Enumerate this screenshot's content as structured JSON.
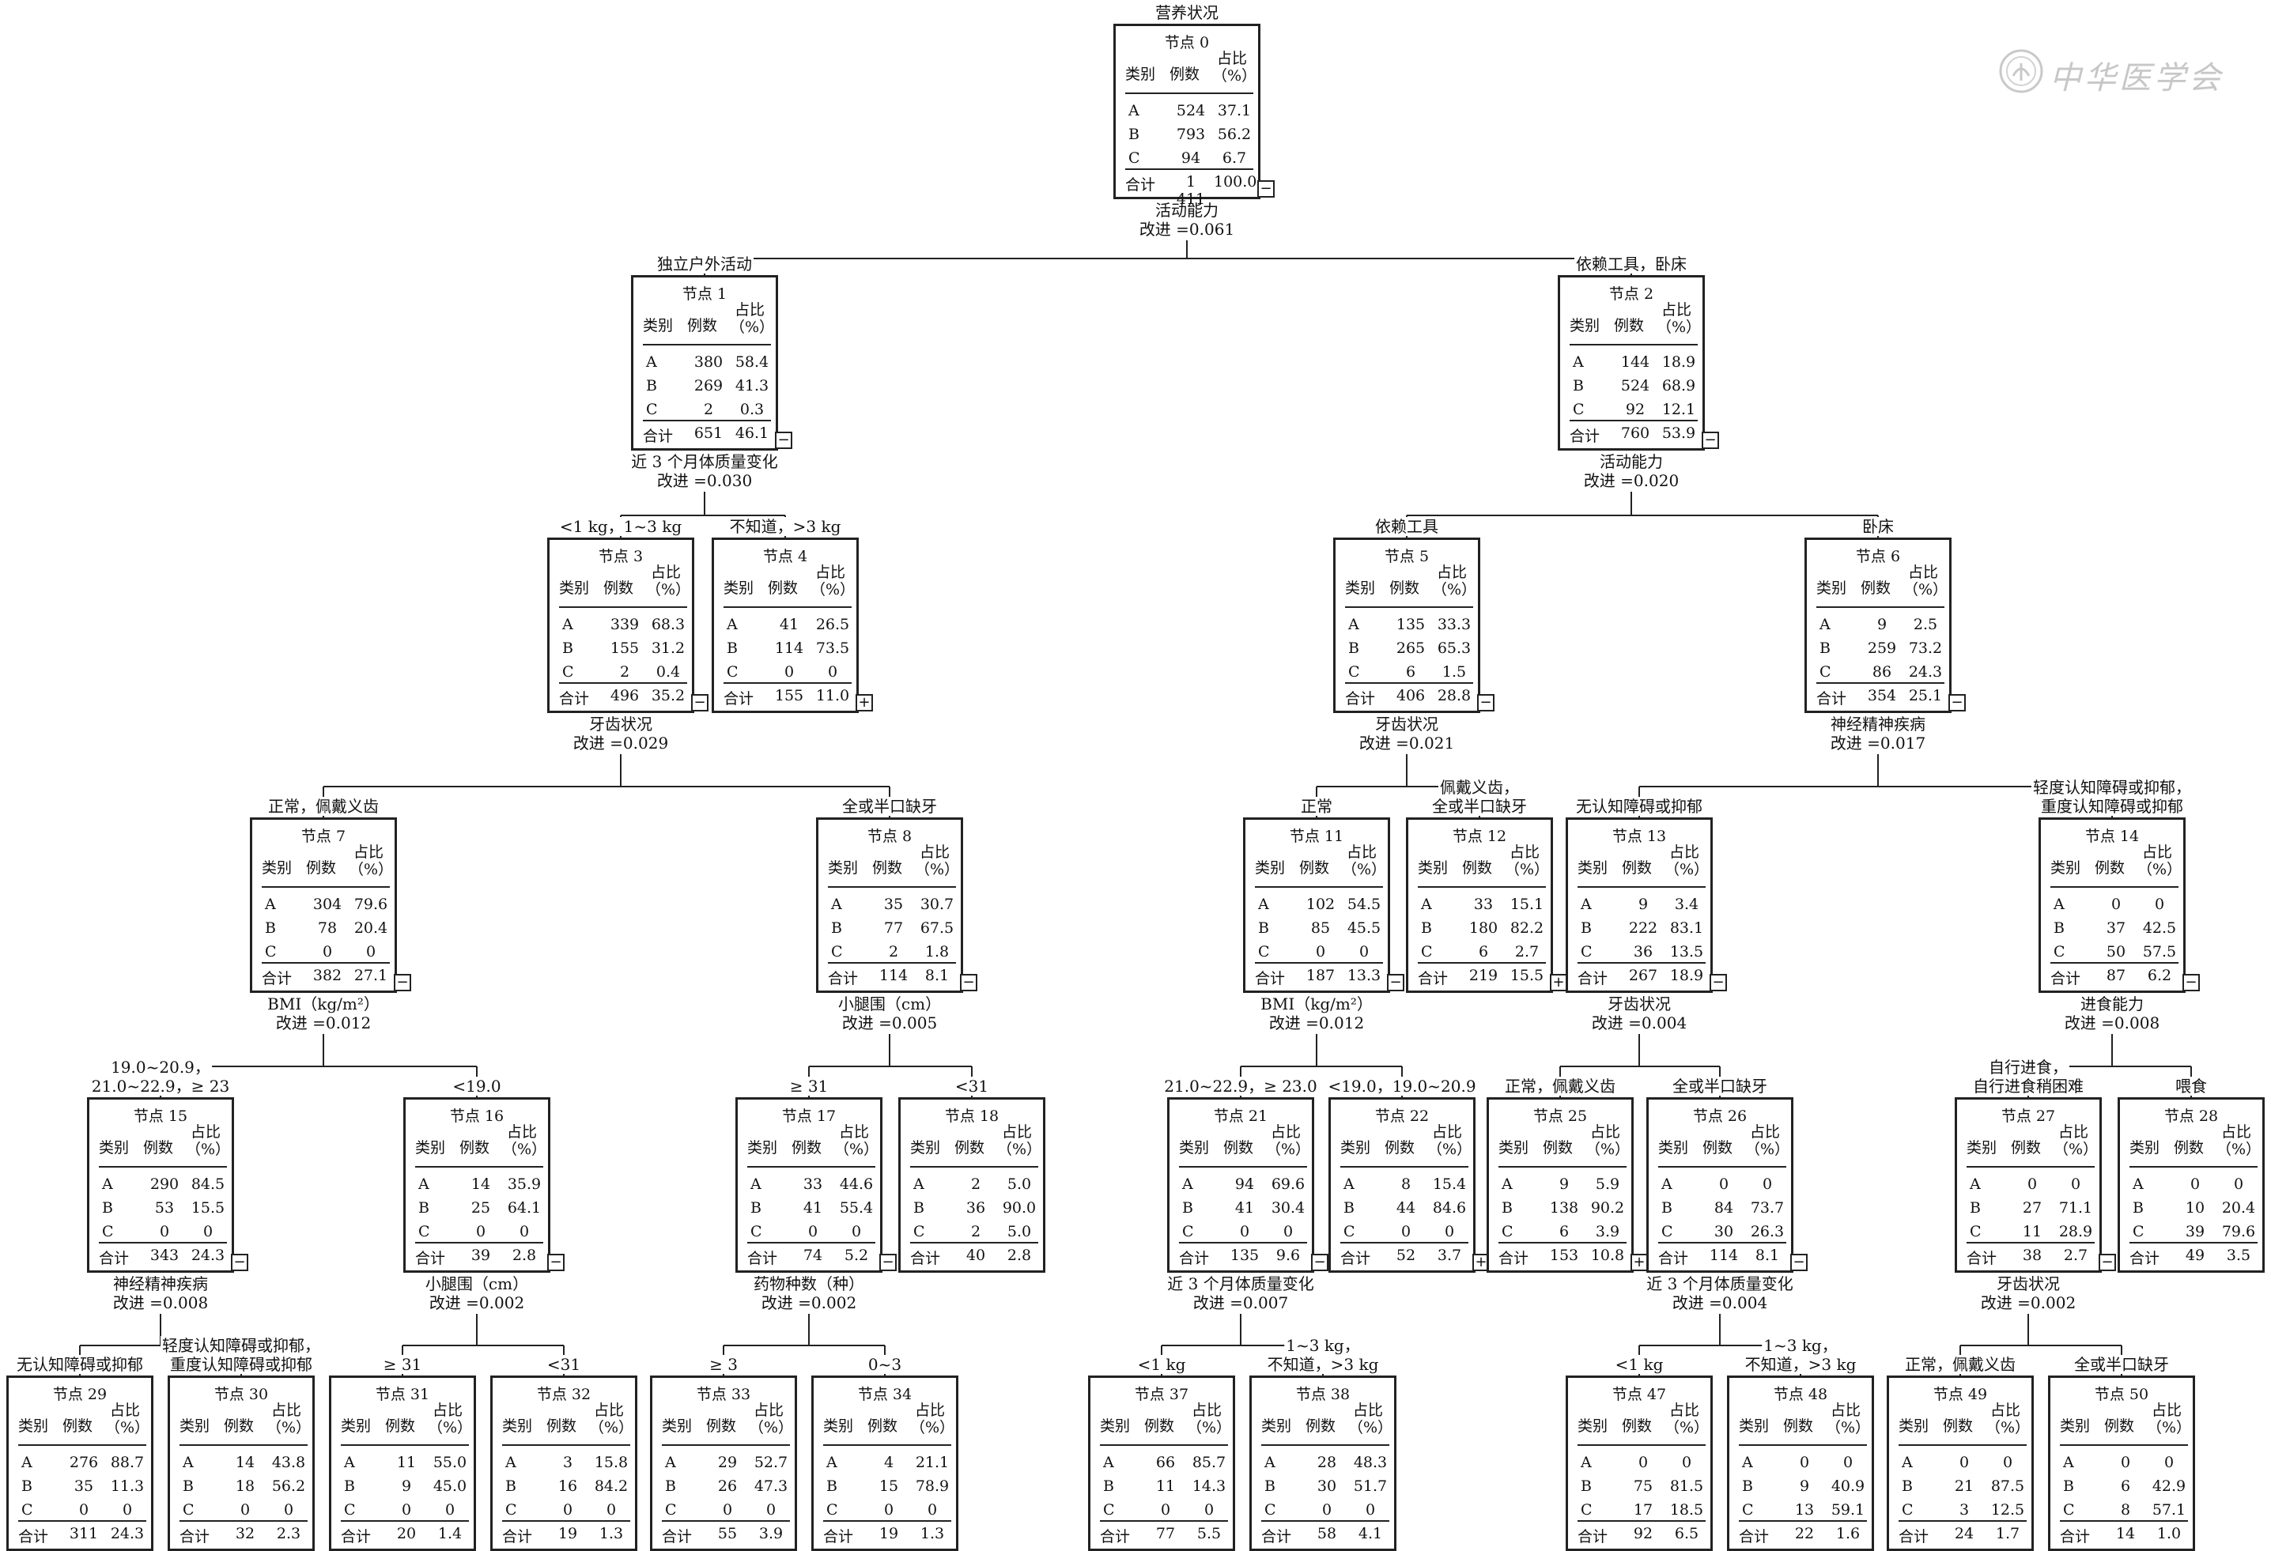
{
  "title": "营养状况",
  "watermark": "中华医学会",
  "headers": {
    "category": "类别",
    "count": "例数",
    "pct_top": "占比",
    "pct_bottom": "（%）",
    "total": "合计"
  },
  "nodes": [
    {
      "id": 0,
      "label": "节点 0",
      "rows": [
        [
          "A",
          "524",
          "37.1"
        ],
        [
          "B",
          "793",
          "56.2"
        ],
        [
          "C",
          "94",
          "6.7"
        ]
      ],
      "total": [
        "1 411",
        "100.0"
      ],
      "toggle": "−"
    },
    {
      "id": 1,
      "label": "节点 1",
      "rows": [
        [
          "A",
          "380",
          "58.4"
        ],
        [
          "B",
          "269",
          "41.3"
        ],
        [
          "C",
          "2",
          "0.3"
        ]
      ],
      "total": [
        "651",
        "46.1"
      ],
      "toggle": "−"
    },
    {
      "id": 2,
      "label": "节点 2",
      "rows": [
        [
          "A",
          "144",
          "18.9"
        ],
        [
          "B",
          "524",
          "68.9"
        ],
        [
          "C",
          "92",
          "12.1"
        ]
      ],
      "total": [
        "760",
        "53.9"
      ],
      "toggle": "−"
    },
    {
      "id": 3,
      "label": "节点 3",
      "rows": [
        [
          "A",
          "339",
          "68.3"
        ],
        [
          "B",
          "155",
          "31.2"
        ],
        [
          "C",
          "2",
          "0.4"
        ]
      ],
      "total": [
        "496",
        "35.2"
      ],
      "toggle": "−"
    },
    {
      "id": 4,
      "label": "节点 4",
      "rows": [
        [
          "A",
          "41",
          "26.5"
        ],
        [
          "B",
          "114",
          "73.5"
        ],
        [
          "C",
          "0",
          "0"
        ]
      ],
      "total": [
        "155",
        "11.0"
      ],
      "toggle": "+"
    },
    {
      "id": 5,
      "label": "节点 5",
      "rows": [
        [
          "A",
          "135",
          "33.3"
        ],
        [
          "B",
          "265",
          "65.3"
        ],
        [
          "C",
          "6",
          "1.5"
        ]
      ],
      "total": [
        "406",
        "28.8"
      ],
      "toggle": "−"
    },
    {
      "id": 6,
      "label": "节点 6",
      "rows": [
        [
          "A",
          "9",
          "2.5"
        ],
        [
          "B",
          "259",
          "73.2"
        ],
        [
          "C",
          "86",
          "24.3"
        ]
      ],
      "total": [
        "354",
        "25.1"
      ],
      "toggle": "−"
    },
    {
      "id": 7,
      "label": "节点 7",
      "rows": [
        [
          "A",
          "304",
          "79.6"
        ],
        [
          "B",
          "78",
          "20.4"
        ],
        [
          "C",
          "0",
          "0"
        ]
      ],
      "total": [
        "382",
        "27.1"
      ],
      "toggle": "−"
    },
    {
      "id": 8,
      "label": "节点 8",
      "rows": [
        [
          "A",
          "35",
          "30.7"
        ],
        [
          "B",
          "77",
          "67.5"
        ],
        [
          "C",
          "2",
          "1.8"
        ]
      ],
      "total": [
        "114",
        "8.1"
      ],
      "toggle": "−"
    },
    {
      "id": 11,
      "label": "节点 11",
      "rows": [
        [
          "A",
          "102",
          "54.5"
        ],
        [
          "B",
          "85",
          "45.5"
        ],
        [
          "C",
          "0",
          "0"
        ]
      ],
      "total": [
        "187",
        "13.3"
      ],
      "toggle": "−"
    },
    {
      "id": 12,
      "label": "节点 12",
      "rows": [
        [
          "A",
          "33",
          "15.1"
        ],
        [
          "B",
          "180",
          "82.2"
        ],
        [
          "C",
          "6",
          "2.7"
        ]
      ],
      "total": [
        "219",
        "15.5"
      ],
      "toggle": "+"
    },
    {
      "id": 13,
      "label": "节点 13",
      "rows": [
        [
          "A",
          "9",
          "3.4"
        ],
        [
          "B",
          "222",
          "83.1"
        ],
        [
          "C",
          "36",
          "13.5"
        ]
      ],
      "total": [
        "267",
        "18.9"
      ],
      "toggle": "−"
    },
    {
      "id": 14,
      "label": "节点 14",
      "rows": [
        [
          "A",
          "0",
          "0"
        ],
        [
          "B",
          "37",
          "42.5"
        ],
        [
          "C",
          "50",
          "57.5"
        ]
      ],
      "total": [
        "87",
        "6.2"
      ],
      "toggle": "−"
    },
    {
      "id": 15,
      "label": "节点 15",
      "rows": [
        [
          "A",
          "290",
          "84.5"
        ],
        [
          "B",
          "53",
          "15.5"
        ],
        [
          "C",
          "0",
          "0"
        ]
      ],
      "total": [
        "343",
        "24.3"
      ],
      "toggle": "−"
    },
    {
      "id": 16,
      "label": "节点 16",
      "rows": [
        [
          "A",
          "14",
          "35.9"
        ],
        [
          "B",
          "25",
          "64.1"
        ],
        [
          "C",
          "0",
          "0"
        ]
      ],
      "total": [
        "39",
        "2.8"
      ],
      "toggle": "−"
    },
    {
      "id": 17,
      "label": "节点 17",
      "rows": [
        [
          "A",
          "33",
          "44.6"
        ],
        [
          "B",
          "41",
          "55.4"
        ],
        [
          "C",
          "0",
          "0"
        ]
      ],
      "total": [
        "74",
        "5.2"
      ],
      "toggle": "−"
    },
    {
      "id": 18,
      "label": "节点 18",
      "rows": [
        [
          "A",
          "2",
          "5.0"
        ],
        [
          "B",
          "36",
          "90.0"
        ],
        [
          "C",
          "2",
          "5.0"
        ]
      ],
      "total": [
        "40",
        "2.8"
      ],
      "toggle": ""
    },
    {
      "id": 21,
      "label": "节点 21",
      "rows": [
        [
          "A",
          "94",
          "69.6"
        ],
        [
          "B",
          "41",
          "30.4"
        ],
        [
          "C",
          "0",
          "0"
        ]
      ],
      "total": [
        "135",
        "9.6"
      ],
      "toggle": "−"
    },
    {
      "id": 22,
      "label": "节点 22",
      "rows": [
        [
          "A",
          "8",
          "15.4"
        ],
        [
          "B",
          "44",
          "84.6"
        ],
        [
          "C",
          "0",
          "0"
        ]
      ],
      "total": [
        "52",
        "3.7"
      ],
      "toggle": "+"
    },
    {
      "id": 25,
      "label": "节点 25",
      "rows": [
        [
          "A",
          "9",
          "5.9"
        ],
        [
          "B",
          "138",
          "90.2"
        ],
        [
          "C",
          "6",
          "3.9"
        ]
      ],
      "total": [
        "153",
        "10.8"
      ],
      "toggle": "+"
    },
    {
      "id": 26,
      "label": "节点 26",
      "rows": [
        [
          "A",
          "0",
          "0"
        ],
        [
          "B",
          "84",
          "73.7"
        ],
        [
          "C",
          "30",
          "26.3"
        ]
      ],
      "total": [
        "114",
        "8.1"
      ],
      "toggle": "−"
    },
    {
      "id": 27,
      "label": "节点 27",
      "rows": [
        [
          "A",
          "0",
          "0"
        ],
        [
          "B",
          "27",
          "71.1"
        ],
        [
          "C",
          "11",
          "28.9"
        ]
      ],
      "total": [
        "38",
        "2.7"
      ],
      "toggle": "−"
    },
    {
      "id": 28,
      "label": "节点 28",
      "rows": [
        [
          "A",
          "0",
          "0"
        ],
        [
          "B",
          "10",
          "20.4"
        ],
        [
          "C",
          "39",
          "79.6"
        ]
      ],
      "total": [
        "49",
        "3.5"
      ],
      "toggle": ""
    },
    {
      "id": 29,
      "label": "节点 29",
      "rows": [
        [
          "A",
          "276",
          "88.7"
        ],
        [
          "B",
          "35",
          "11.3"
        ],
        [
          "C",
          "0",
          "0"
        ]
      ],
      "total": [
        "311",
        "24.3"
      ],
      "toggle": ""
    },
    {
      "id": 30,
      "label": "节点 30",
      "rows": [
        [
          "A",
          "14",
          "43.8"
        ],
        [
          "B",
          "18",
          "56.2"
        ],
        [
          "C",
          "0",
          "0"
        ]
      ],
      "total": [
        "32",
        "2.3"
      ],
      "toggle": ""
    },
    {
      "id": 31,
      "label": "节点 31",
      "rows": [
        [
          "A",
          "11",
          "55.0"
        ],
        [
          "B",
          "9",
          "45.0"
        ],
        [
          "C",
          "0",
          "0"
        ]
      ],
      "total": [
        "20",
        "1.4"
      ],
      "toggle": ""
    },
    {
      "id": 32,
      "label": "节点 32",
      "rows": [
        [
          "A",
          "3",
          "15.8"
        ],
        [
          "B",
          "16",
          "84.2"
        ],
        [
          "C",
          "0",
          "0"
        ]
      ],
      "total": [
        "19",
        "1.3"
      ],
      "toggle": ""
    },
    {
      "id": 33,
      "label": "节点 33",
      "rows": [
        [
          "A",
          "29",
          "52.7"
        ],
        [
          "B",
          "26",
          "47.3"
        ],
        [
          "C",
          "0",
          "0"
        ]
      ],
      "total": [
        "55",
        "3.9"
      ],
      "toggle": ""
    },
    {
      "id": 34,
      "label": "节点 34",
      "rows": [
        [
          "A",
          "4",
          "21.1"
        ],
        [
          "B",
          "15",
          "78.9"
        ],
        [
          "C",
          "0",
          "0"
        ]
      ],
      "total": [
        "19",
        "1.3"
      ],
      "toggle": ""
    },
    {
      "id": 37,
      "label": "节点 37",
      "rows": [
        [
          "A",
          "66",
          "85.7"
        ],
        [
          "B",
          "11",
          "14.3"
        ],
        [
          "C",
          "0",
          "0"
        ]
      ],
      "total": [
        "77",
        "5.5"
      ],
      "toggle": ""
    },
    {
      "id": 38,
      "label": "节点 38",
      "rows": [
        [
          "A",
          "28",
          "48.3"
        ],
        [
          "B",
          "30",
          "51.7"
        ],
        [
          "C",
          "0",
          "0"
        ]
      ],
      "total": [
        "58",
        "4.1"
      ],
      "toggle": ""
    },
    {
      "id": 47,
      "label": "节点 47",
      "rows": [
        [
          "A",
          "0",
          "0"
        ],
        [
          "B",
          "75",
          "81.5"
        ],
        [
          "C",
          "17",
          "18.5"
        ]
      ],
      "total": [
        "92",
        "6.5"
      ],
      "toggle": ""
    },
    {
      "id": 48,
      "label": "节点 48",
      "rows": [
        [
          "A",
          "0",
          "0"
        ],
        [
          "B",
          "9",
          "40.9"
        ],
        [
          "C",
          "13",
          "59.1"
        ]
      ],
      "total": [
        "22",
        "1.6"
      ],
      "toggle": ""
    },
    {
      "id": 49,
      "label": "节点 49",
      "rows": [
        [
          "A",
          "0",
          "0"
        ],
        [
          "B",
          "21",
          "87.5"
        ],
        [
          "C",
          "3",
          "12.5"
        ]
      ],
      "total": [
        "24",
        "1.7"
      ],
      "toggle": ""
    },
    {
      "id": 50,
      "label": "节点 50",
      "rows": [
        [
          "A",
          "0",
          "0"
        ],
        [
          "B",
          "6",
          "42.9"
        ],
        [
          "C",
          "8",
          "57.1"
        ]
      ],
      "total": [
        "14",
        "1.0"
      ],
      "toggle": ""
    }
  ],
  "splits": [
    {
      "node": 0,
      "variable": "活动能力",
      "improvement": "改进 =0.061"
    },
    {
      "node": 1,
      "variable": "近 3 个月体质量变化",
      "improvement": "改进 =0.030"
    },
    {
      "node": 2,
      "variable": "活动能力",
      "improvement": "改进 =0.020"
    },
    {
      "node": 3,
      "variable": "牙齿状况",
      "improvement": "改进 =0.029"
    },
    {
      "node": 5,
      "variable": "牙齿状况",
      "improvement": "改进 =0.021"
    },
    {
      "node": 6,
      "variable": "神经精神疾病",
      "improvement": "改进 =0.017"
    },
    {
      "node": 7,
      "variable": "BMI（kg/m²）",
      "improvement": "改进 =0.012"
    },
    {
      "node": 8,
      "variable": "小腿围（cm）",
      "improvement": "改进 =0.005"
    },
    {
      "node": 11,
      "variable": "BMI（kg/m²）",
      "improvement": "改进 =0.012"
    },
    {
      "node": 13,
      "variable": "牙齿状况",
      "improvement": "改进 =0.004"
    },
    {
      "node": 14,
      "variable": "进食能力",
      "improvement": "改进 =0.008"
    },
    {
      "node": 15,
      "variable": "神经精神疾病",
      "improvement": "改进 =0.008"
    },
    {
      "node": 16,
      "variable": "小腿围（cm）",
      "improvement": "改进 =0.002"
    },
    {
      "node": 17,
      "variable": "药物种数（种）",
      "improvement": "改进 =0.002"
    },
    {
      "node": 21,
      "variable": "近 3 个月体质量变化",
      "improvement": "改进 =0.007"
    },
    {
      "node": 26,
      "variable": "近 3 个月体质量变化",
      "improvement": "改进 =0.004"
    },
    {
      "node": 27,
      "variable": "牙齿状况",
      "improvement": "改进 =0.002"
    }
  ],
  "branches": [
    {
      "child": 1,
      "label": [
        "独立户外活动"
      ]
    },
    {
      "child": 2,
      "label": [
        "依赖工具，卧床"
      ]
    },
    {
      "child": 3,
      "label": [
        "<1 kg，1~3 kg"
      ]
    },
    {
      "child": 4,
      "label": [
        "不知道，>3 kg"
      ]
    },
    {
      "child": 5,
      "label": [
        "依赖工具"
      ]
    },
    {
      "child": 6,
      "label": [
        "卧床"
      ]
    },
    {
      "child": 7,
      "label": [
        "正常，佩戴义齿"
      ]
    },
    {
      "child": 8,
      "label": [
        "全或半口缺牙"
      ]
    },
    {
      "child": 11,
      "label": [
        "正常"
      ]
    },
    {
      "child": 12,
      "label": [
        "佩戴义齿，",
        "全或半口缺牙"
      ]
    },
    {
      "child": 13,
      "label": [
        "无认知障碍或抑郁"
      ]
    },
    {
      "child": 14,
      "label": [
        "轻度认知障碍或抑郁，",
        "重度认知障碍或抑郁"
      ]
    },
    {
      "child": 15,
      "label": [
        "19.0~20.9，",
        "21.0~22.9，≥ 23"
      ]
    },
    {
      "child": 16,
      "label": [
        "<19.0"
      ]
    },
    {
      "child": 17,
      "label": [
        "≥ 31"
      ]
    },
    {
      "child": 18,
      "label": [
        "<31"
      ]
    },
    {
      "child": 21,
      "label": [
        "21.0~22.9，≥ 23.0"
      ]
    },
    {
      "child": 22,
      "label": [
        "<19.0，19.0~20.9"
      ]
    },
    {
      "child": 25,
      "label": [
        "正常，佩戴义齿"
      ]
    },
    {
      "child": 26,
      "label": [
        "全或半口缺牙"
      ]
    },
    {
      "child": 27,
      "label": [
        "自行进食，",
        "自行进食稍困难"
      ]
    },
    {
      "child": 28,
      "label": [
        "喂食"
      ]
    },
    {
      "child": 29,
      "label": [
        "无认知障碍或抑郁"
      ]
    },
    {
      "child": 30,
      "label": [
        "轻度认知障碍或抑郁，",
        "重度认知障碍或抑郁"
      ]
    },
    {
      "child": 31,
      "label": [
        "≥ 31"
      ]
    },
    {
      "child": 32,
      "label": [
        "<31"
      ]
    },
    {
      "child": 33,
      "label": [
        "≥ 3"
      ]
    },
    {
      "child": 34,
      "label": [
        "0~3"
      ]
    },
    {
      "child": 37,
      "label": [
        "<1 kg"
      ]
    },
    {
      "child": 38,
      "label": [
        "1~3 kg，",
        "不知道，>3 kg"
      ]
    },
    {
      "child": 47,
      "label": [
        "<1 kg"
      ]
    },
    {
      "child": 48,
      "label": [
        "1~3 kg，",
        "不知道，>3 kg"
      ]
    },
    {
      "child": 49,
      "label": [
        "正常，佩戴义齿"
      ]
    },
    {
      "child": 50,
      "label": [
        "全或半口缺牙"
      ]
    }
  ],
  "tree": {
    "0": [
      1,
      2
    ],
    "1": [
      3,
      4
    ],
    "2": [
      5,
      6
    ],
    "3": [
      7,
      8
    ],
    "5": [
      11,
      12
    ],
    "6": [
      13,
      14
    ],
    "7": [
      15,
      16
    ],
    "8": [
      17,
      18
    ],
    "11": [
      21,
      22
    ],
    "13": [
      25,
      26
    ],
    "14": [
      27,
      28
    ],
    "15": [
      29,
      30
    ],
    "16": [
      31,
      32
    ],
    "17": [
      33,
      34
    ],
    "21": [
      37,
      38
    ],
    "26": [
      47,
      48
    ],
    "27": [
      49,
      50
    ]
  }
}
